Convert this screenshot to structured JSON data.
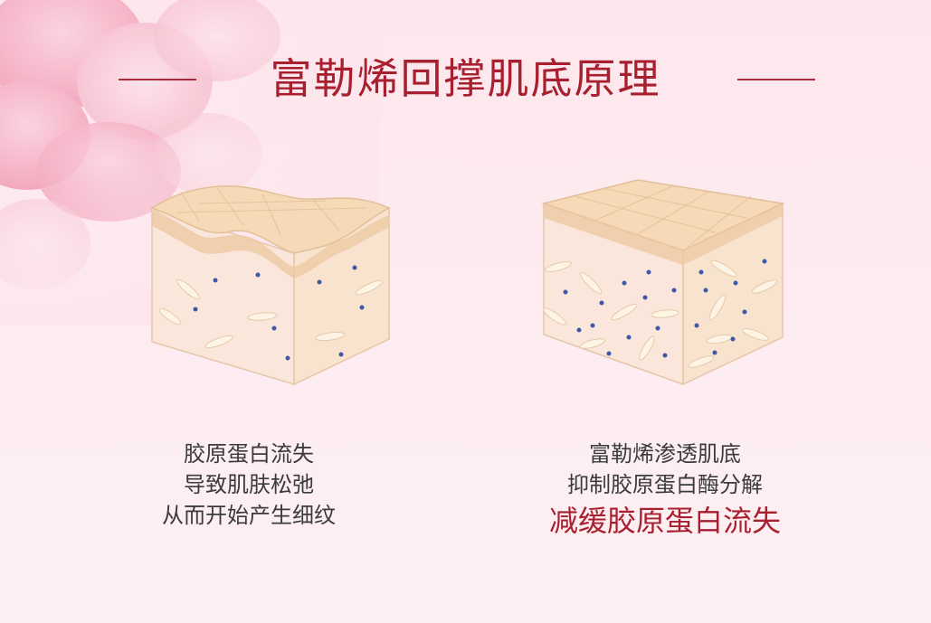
{
  "title": "富勒烯回撑肌底原理",
  "colors": {
    "accent": "#a8202f",
    "text": "#3b3b3b",
    "background": "#fde9ee"
  },
  "left_panel": {
    "lines": [
      "胶原蛋白流失",
      "导致肌肤松弛",
      "从而开始产生细纹"
    ]
  },
  "right_panel": {
    "lines": [
      "富勒烯渗透肌底",
      "抑制胶原蛋白酶分解"
    ],
    "highlight": "减缓胶原蛋白流失"
  }
}
